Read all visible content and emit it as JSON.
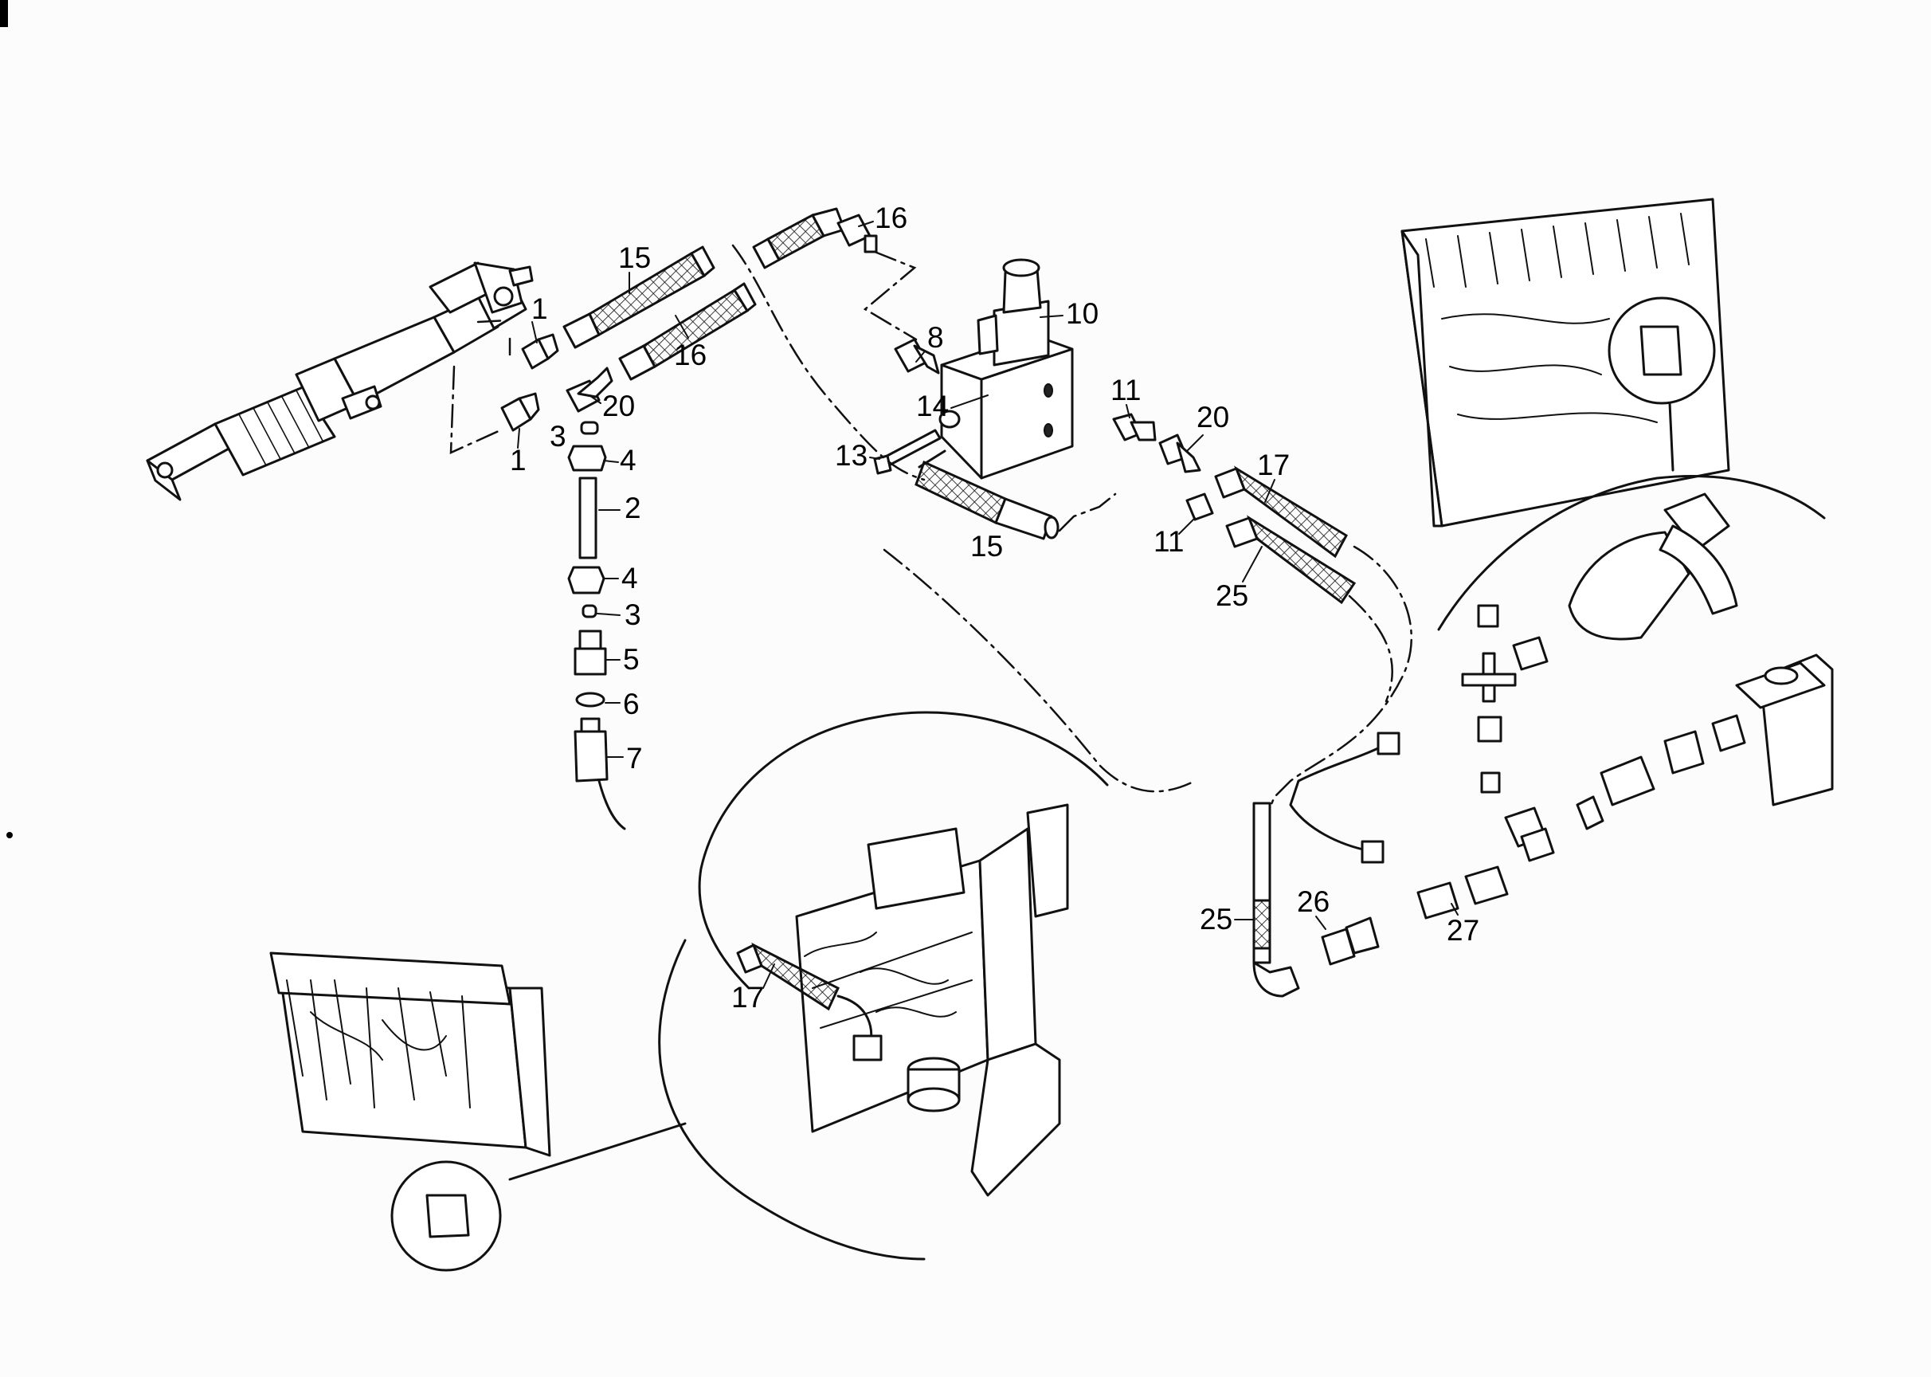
{
  "callouts": [
    {
      "id": "c1a",
      "text": "1"
    },
    {
      "id": "c1b",
      "text": "1"
    },
    {
      "id": "c2",
      "text": "2"
    },
    {
      "id": "c3a",
      "text": "3"
    },
    {
      "id": "c3b",
      "text": "3"
    },
    {
      "id": "c4a",
      "text": "4"
    },
    {
      "id": "c4b",
      "text": "4"
    },
    {
      "id": "c5",
      "text": "5"
    },
    {
      "id": "c6",
      "text": "6"
    },
    {
      "id": "c7",
      "text": "7"
    },
    {
      "id": "c8",
      "text": "8"
    },
    {
      "id": "c10",
      "text": "10"
    },
    {
      "id": "c11a",
      "text": "11"
    },
    {
      "id": "c11b",
      "text": "11"
    },
    {
      "id": "c13",
      "text": "13"
    },
    {
      "id": "c14",
      "text": "14"
    },
    {
      "id": "c15a",
      "text": "15"
    },
    {
      "id": "c15b",
      "text": "15"
    },
    {
      "id": "c16a",
      "text": "16"
    },
    {
      "id": "c16b",
      "text": "16"
    },
    {
      "id": "c17a",
      "text": "17"
    },
    {
      "id": "c17b",
      "text": "17"
    },
    {
      "id": "c20a",
      "text": "20"
    },
    {
      "id": "c20b",
      "text": "20"
    },
    {
      "id": "c25a",
      "text": "25"
    },
    {
      "id": "c25b",
      "text": "25"
    },
    {
      "id": "c26",
      "text": "26"
    },
    {
      "id": "c27",
      "text": "27"
    }
  ]
}
